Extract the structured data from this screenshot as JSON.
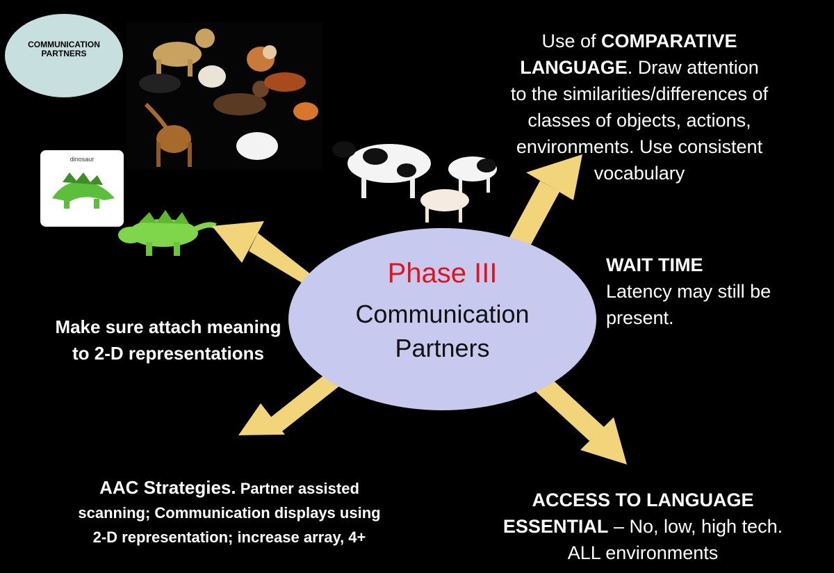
{
  "badge": {
    "line1": "COMMUNICATION",
    "line2": "PARTNERS"
  },
  "center": {
    "phase": "Phase III",
    "line1": "Communication",
    "line2": "Partners"
  },
  "comparative": {
    "prefix": "Use of ",
    "bold1": "COMPARATIVE",
    "bold2": "LANGUAGE",
    "rest1": ". Draw attention",
    "line3": "to the similarities/differences of",
    "line4": "classes of objects, actions,",
    "line5": "environments. Use consistent",
    "line6": "vocabulary"
  },
  "wait": {
    "title": "WAIT TIME",
    "line1": "Latency may still be",
    "line2": "present."
  },
  "meaning": {
    "line1": "Make sure attach meaning",
    "line2": "to 2-D representations"
  },
  "aac": {
    "bold": "AAC Strategies.",
    "rest1": " Partner assisted",
    "line2": "scanning; Communication displays using",
    "line3": "2-D representation; increase array, 4+"
  },
  "access": {
    "bold1": "ACCESS TO LANGUAGE",
    "bold2": "ESSENTIAL",
    "rest2": " – No, low, high tech.",
    "line3": "ALL environments"
  },
  "card": {
    "label": "dinosaur"
  },
  "colors": {
    "arrow": "#f2d47a",
    "ellipse": "#c8c9ee",
    "phase": "#e0141c",
    "badge": "#c8dfe0"
  }
}
